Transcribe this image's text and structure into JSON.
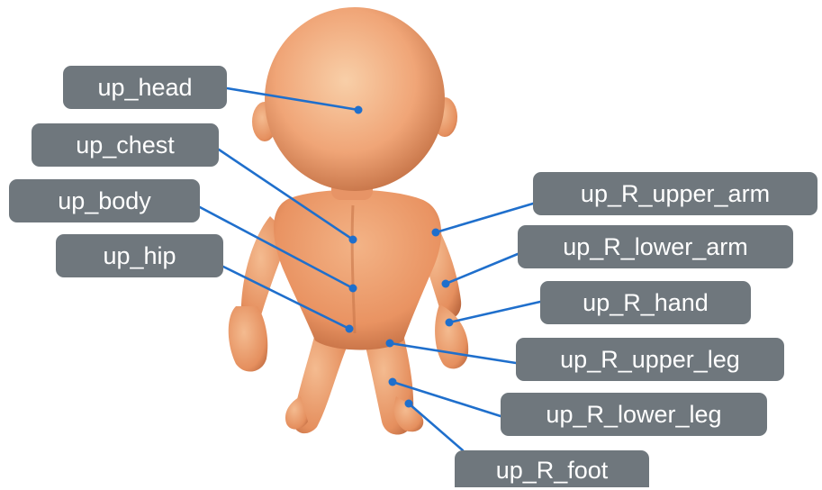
{
  "labels": [
    {
      "id": "head",
      "text": "up_head"
    },
    {
      "id": "chest",
      "text": "up_chest"
    },
    {
      "id": "body",
      "text": "up_body"
    },
    {
      "id": "hip",
      "text": "up_hip"
    },
    {
      "id": "r_upper_arm",
      "text": "up_R_upper_arm"
    },
    {
      "id": "r_lower_arm",
      "text": "up_R_lower_arm"
    },
    {
      "id": "r_hand",
      "text": "up_R_hand"
    },
    {
      "id": "r_upper_leg",
      "text": "up_R_upper_leg"
    },
    {
      "id": "r_lower_leg",
      "text": "up_R_lower_leg"
    },
    {
      "id": "r_foot",
      "text": "up_R_foot"
    }
  ],
  "colors": {
    "label_background": "#6f777d",
    "label_text": "#ffffff",
    "connector": "#1f6fcc",
    "skin_light": "#f6c39a",
    "skin_mid": "#ee9f6c",
    "skin_dark": "#b8673d"
  }
}
